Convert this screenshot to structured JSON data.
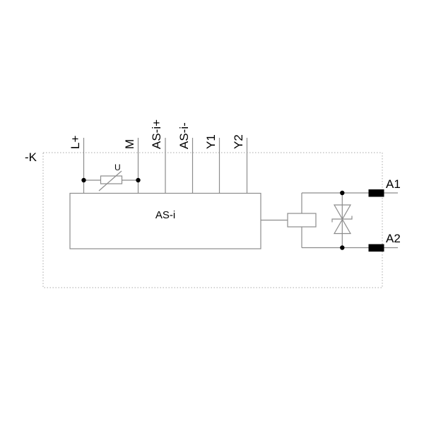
{
  "diagram": {
    "type": "electrical-schematic",
    "reference_label": "-K",
    "asi_block_label": "AS-i",
    "varistor_label": "U",
    "top_terminals": [
      {
        "label": "L+"
      },
      {
        "label": "M"
      },
      {
        "label": "AS-i+"
      },
      {
        "label": "AS-i-"
      },
      {
        "label": "Y1"
      },
      {
        "label": "Y2"
      }
    ],
    "right_terminals": [
      {
        "label": "A1"
      },
      {
        "label": "A2"
      }
    ],
    "colors": {
      "wire": "#8c8c8c",
      "boundary_dashed": "#a8a8a8",
      "text": "#000000",
      "terminal_block_fill": "#000000",
      "junction_dot_fill": "#000000",
      "background": "#ffffff"
    }
  }
}
